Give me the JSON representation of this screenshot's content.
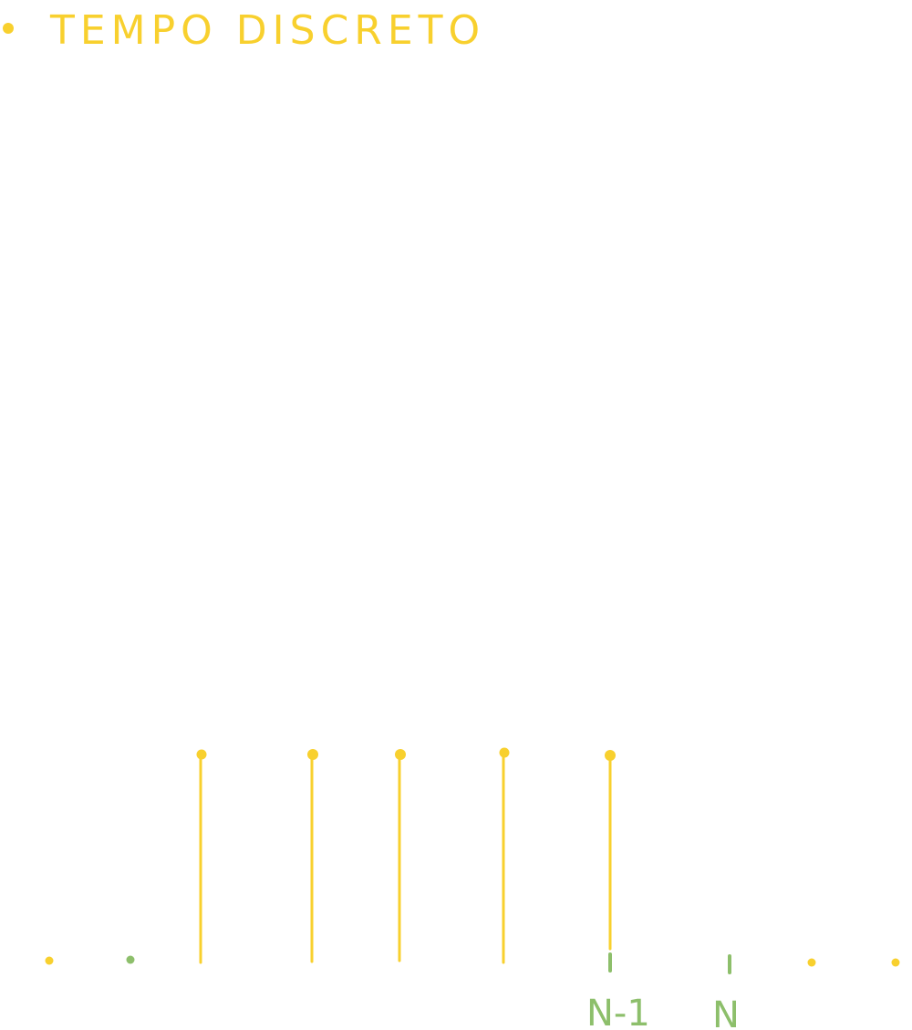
{
  "header": {
    "title": "TEMPO DISCRETO",
    "bullet_color": "#F8D02E"
  },
  "colors": {
    "stem": "#F8D02E",
    "axis_marker": "#8DBF6B",
    "dots": "#F8D02E",
    "label": "#8DBF6B"
  },
  "stems_count": 5,
  "labels": {
    "n_minus_1": "N-1",
    "n": "N"
  }
}
